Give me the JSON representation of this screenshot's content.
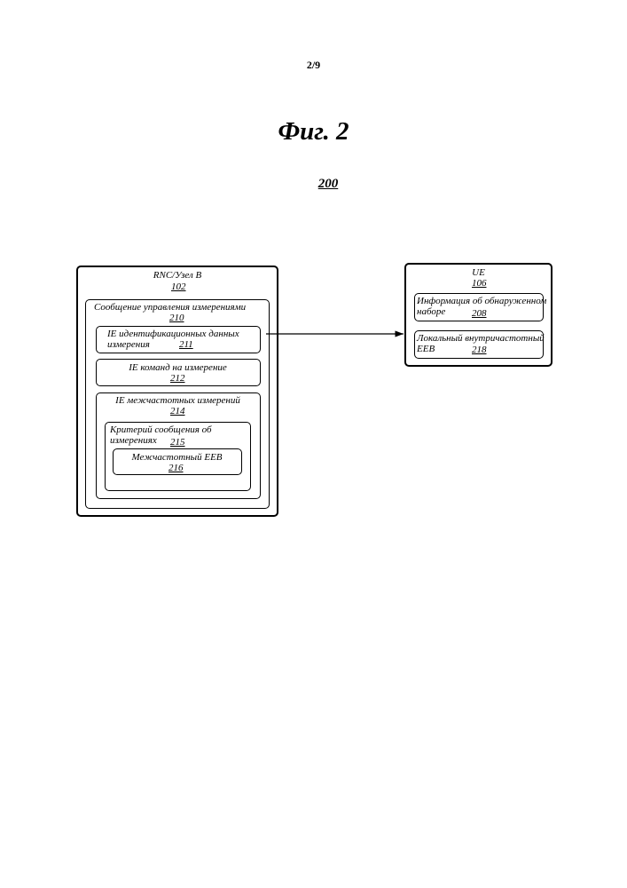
{
  "page_number": "2/9",
  "figure_title": "Фиг. 2",
  "figure_number": "200",
  "rnc": {
    "title": "RNC/Узел B",
    "ref": "102",
    "control_message": {
      "title": "Сообщение управления измерениями",
      "ref": "210",
      "ie_id": {
        "line1": "IE идентификационных данных",
        "line2": "измерения",
        "ref": "211"
      },
      "ie_cmd": {
        "title": "IE команд на измерение",
        "ref": "212"
      },
      "ie_inter": {
        "title": "IE межчастотных измерений",
        "ref": "214",
        "criterion": {
          "line1": "Критерий сообщения об",
          "line2": "измерениях",
          "ref": "215",
          "eeb": {
            "title": "Межчастотный EEB",
            "ref": "216"
          }
        }
      }
    }
  },
  "ue": {
    "title": "UE",
    "ref": "106",
    "detected_set": {
      "line1": "Информация об обнаруженном",
      "line2": "наборе",
      "ref": "208"
    },
    "local_eeb": {
      "line1": "Локальный внутричастотный",
      "line2": "EEB",
      "ref": "218"
    }
  }
}
